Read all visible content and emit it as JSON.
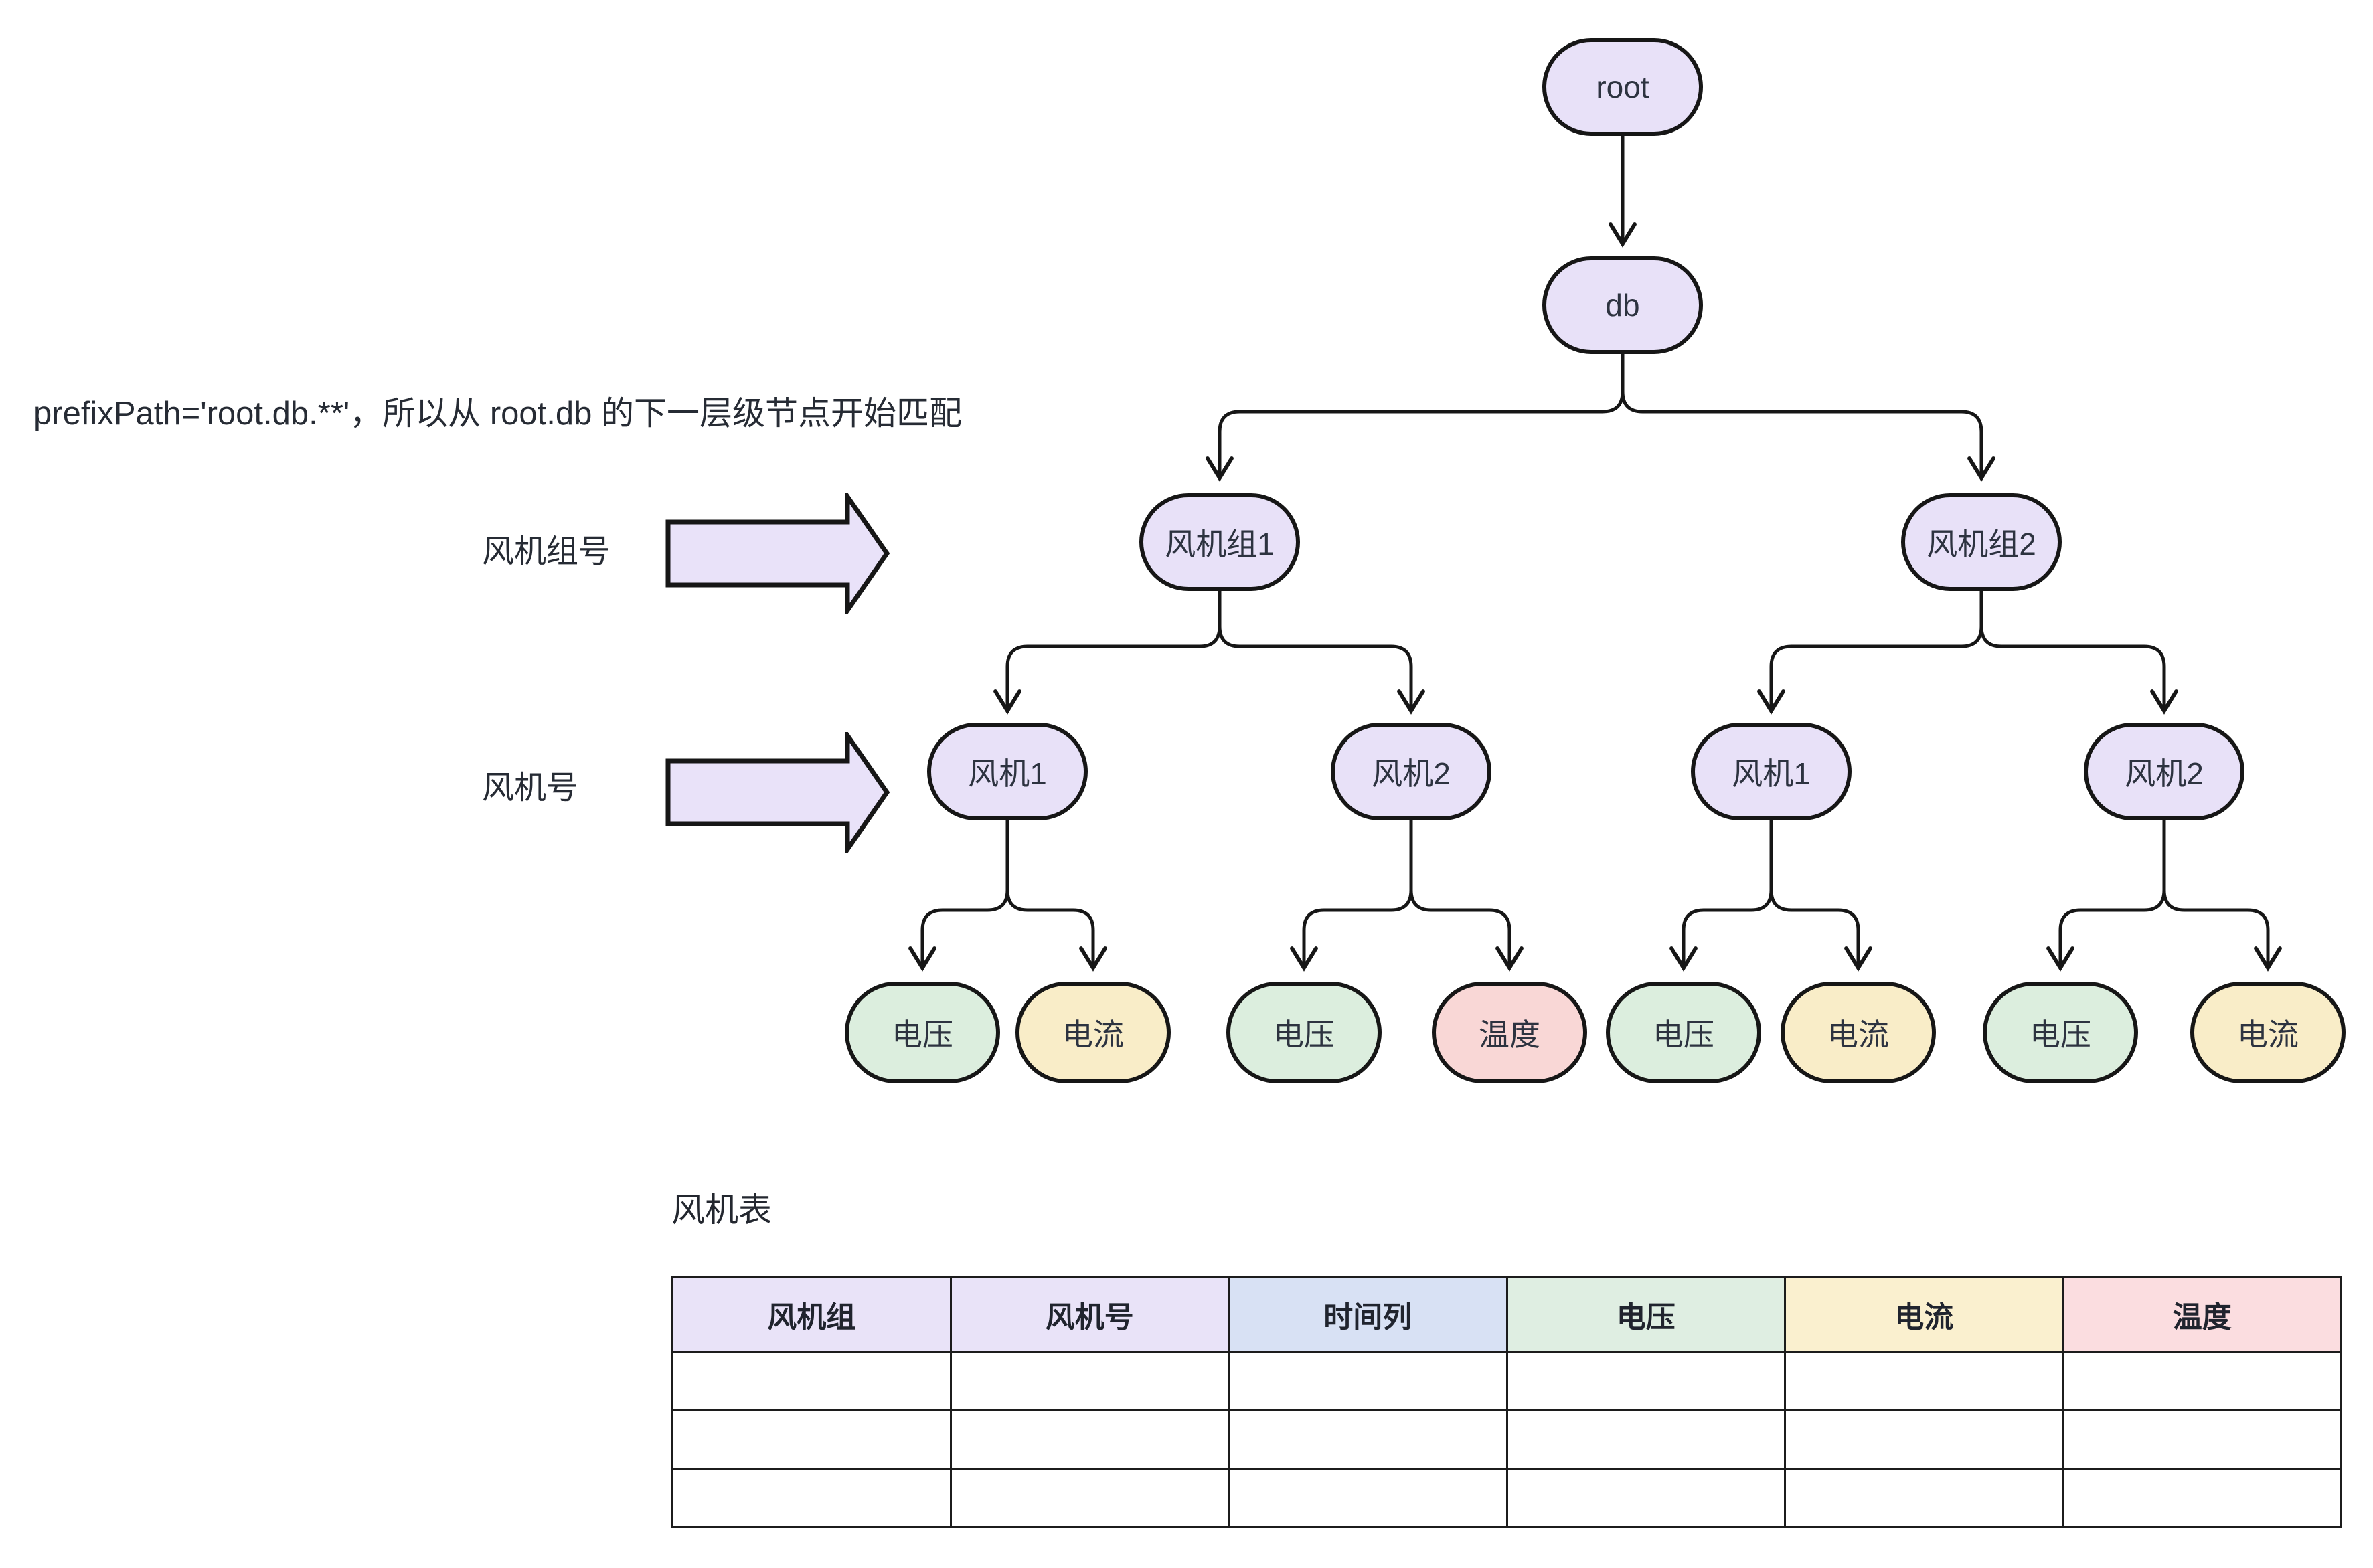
{
  "note": "prefixPath='root.db.**'，所以从 root.db 的下一层级节点开始匹配",
  "annotations": {
    "group_label": "风机组号",
    "fan_label": "风机号"
  },
  "tree": {
    "root": {
      "label": "root"
    },
    "db": {
      "label": "db"
    },
    "groups": [
      {
        "label": "风机组1"
      },
      {
        "label": "风机组2"
      }
    ],
    "fans": [
      {
        "label": "风机1"
      },
      {
        "label": "风机2"
      },
      {
        "label": "风机1"
      },
      {
        "label": "风机2"
      }
    ],
    "leaves": [
      {
        "label": "电压",
        "type": "voltage"
      },
      {
        "label": "电流",
        "type": "current"
      },
      {
        "label": "电压",
        "type": "voltage"
      },
      {
        "label": "温度",
        "type": "temperature"
      },
      {
        "label": "电压",
        "type": "voltage"
      },
      {
        "label": "电流",
        "type": "current"
      },
      {
        "label": "电压",
        "type": "voltage"
      },
      {
        "label": "电流",
        "type": "current"
      }
    ]
  },
  "table": {
    "title": "风机表",
    "columns": [
      {
        "label": "风机组",
        "type": "branch"
      },
      {
        "label": "风机号",
        "type": "branch"
      },
      {
        "label": "时间列",
        "type": "time"
      },
      {
        "label": "电压",
        "type": "voltage"
      },
      {
        "label": "电流",
        "type": "current"
      },
      {
        "label": "温度",
        "type": "temperature"
      }
    ],
    "empty_row_count": 3
  },
  "colors": {
    "branch_node_fill": "#E8E1F8",
    "voltage_fill": "#DCEEDE",
    "current_fill": "#F9EDC8",
    "temperature_fill": "#F9D7D6",
    "time_column_fill": "#D8E1F4",
    "node_border": "#161616",
    "text": "#2D3340"
  }
}
